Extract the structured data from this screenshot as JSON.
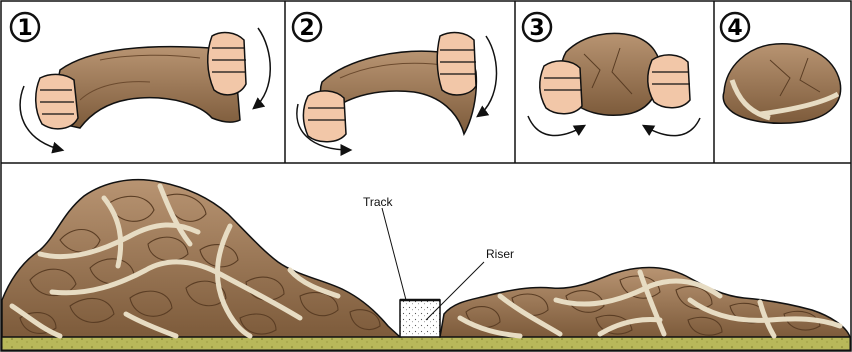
{
  "steps": [
    {
      "number": "1"
    },
    {
      "number": "2"
    },
    {
      "number": "3"
    },
    {
      "number": "4"
    }
  ],
  "labels": {
    "track": "Track",
    "riser": "Riser"
  },
  "colors": {
    "rock": "#9b7a55",
    "rock_dark": "#5a3d24",
    "rock_light": "#bfa07a",
    "hand": "#f2c7a8",
    "hand_shadow": "#d9a07e",
    "vein": "#e7dcc3",
    "ground": "#b8b85a",
    "outline": "#111111"
  },
  "icons": [
    "step-number-badge",
    "hand-icon",
    "rotation-arrow-icon",
    "rock-sheet",
    "riser-block"
  ]
}
